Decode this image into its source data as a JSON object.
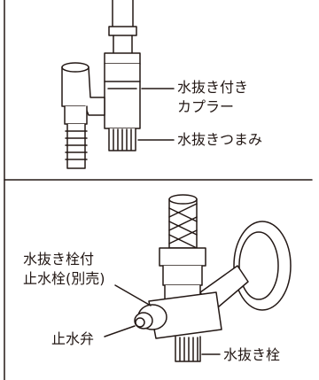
{
  "top_panel": {
    "labels": {
      "coupler_line1": "水抜き付き",
      "coupler_line2": "カプラー",
      "drain_knob": "水抜きつまみ"
    }
  },
  "bottom_panel": {
    "labels": {
      "valve_line1": "水抜き栓付",
      "valve_line2": "止水栓(別売)",
      "stop_valve": "止水弁",
      "drain_plug": "水抜き栓"
    }
  }
}
